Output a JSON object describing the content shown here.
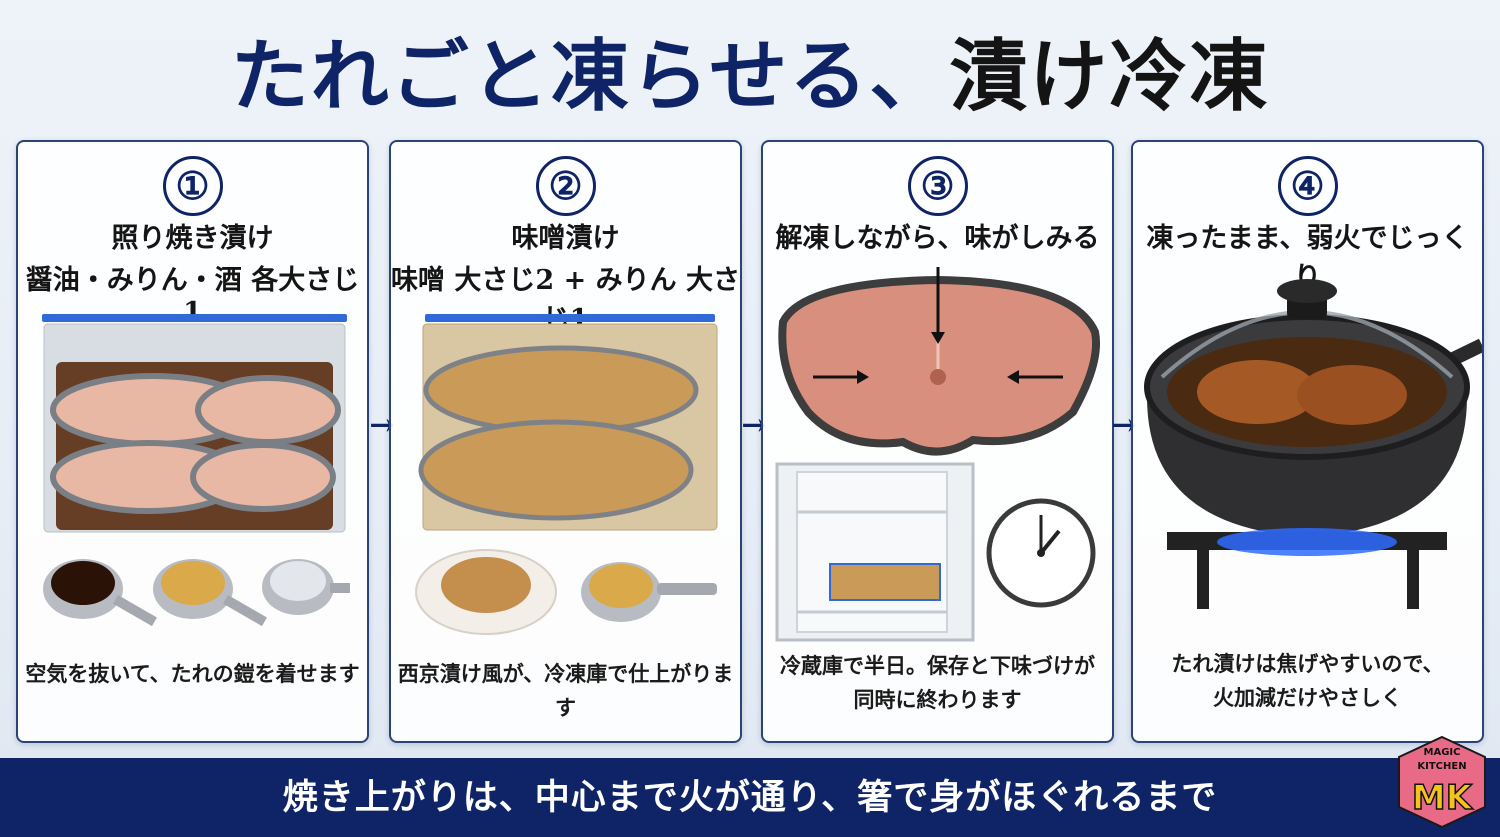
{
  "title": {
    "part1": "たれごと凍らせる、",
    "part2": "漬け冷凍"
  },
  "steps": [
    {
      "number": "①",
      "heading1": "照り焼き漬け",
      "heading2": "醤油・みりん・酒 各大さじ1",
      "caption": "空気を抜いて、たれの鎧を着せます"
    },
    {
      "number": "②",
      "heading1": "味噌漬け",
      "heading2": "味噌 大さじ2 + みりん 大さじ1",
      "caption": "西京漬け風が、冷凍庫で仕上がります"
    },
    {
      "number": "③",
      "heading1": "解凍しながら、味がしみる",
      "caption_line1": "冷蔵庫で半日。保存と下味づけが",
      "caption_line2": "同時に終わります"
    },
    {
      "number": "④",
      "heading1": "凍ったまま、弱火でじっくり",
      "caption_line1": "たれ漬けは焦げやすいので、",
      "caption_line2": "火加減だけやさしく"
    }
  ],
  "footer": {
    "text": "焼き上がりは、中心まで火が通り、箸で身がほぐれるまで"
  },
  "logo": {
    "line1": "MAGIC",
    "line2": "KITCHEN",
    "letters": "MK"
  },
  "colors": {
    "navy": "#0f2466",
    "sauce": "#5a2c10",
    "miso": "#c99a58",
    "fish": "#e8b8a4",
    "flame": "#2f6bff"
  }
}
